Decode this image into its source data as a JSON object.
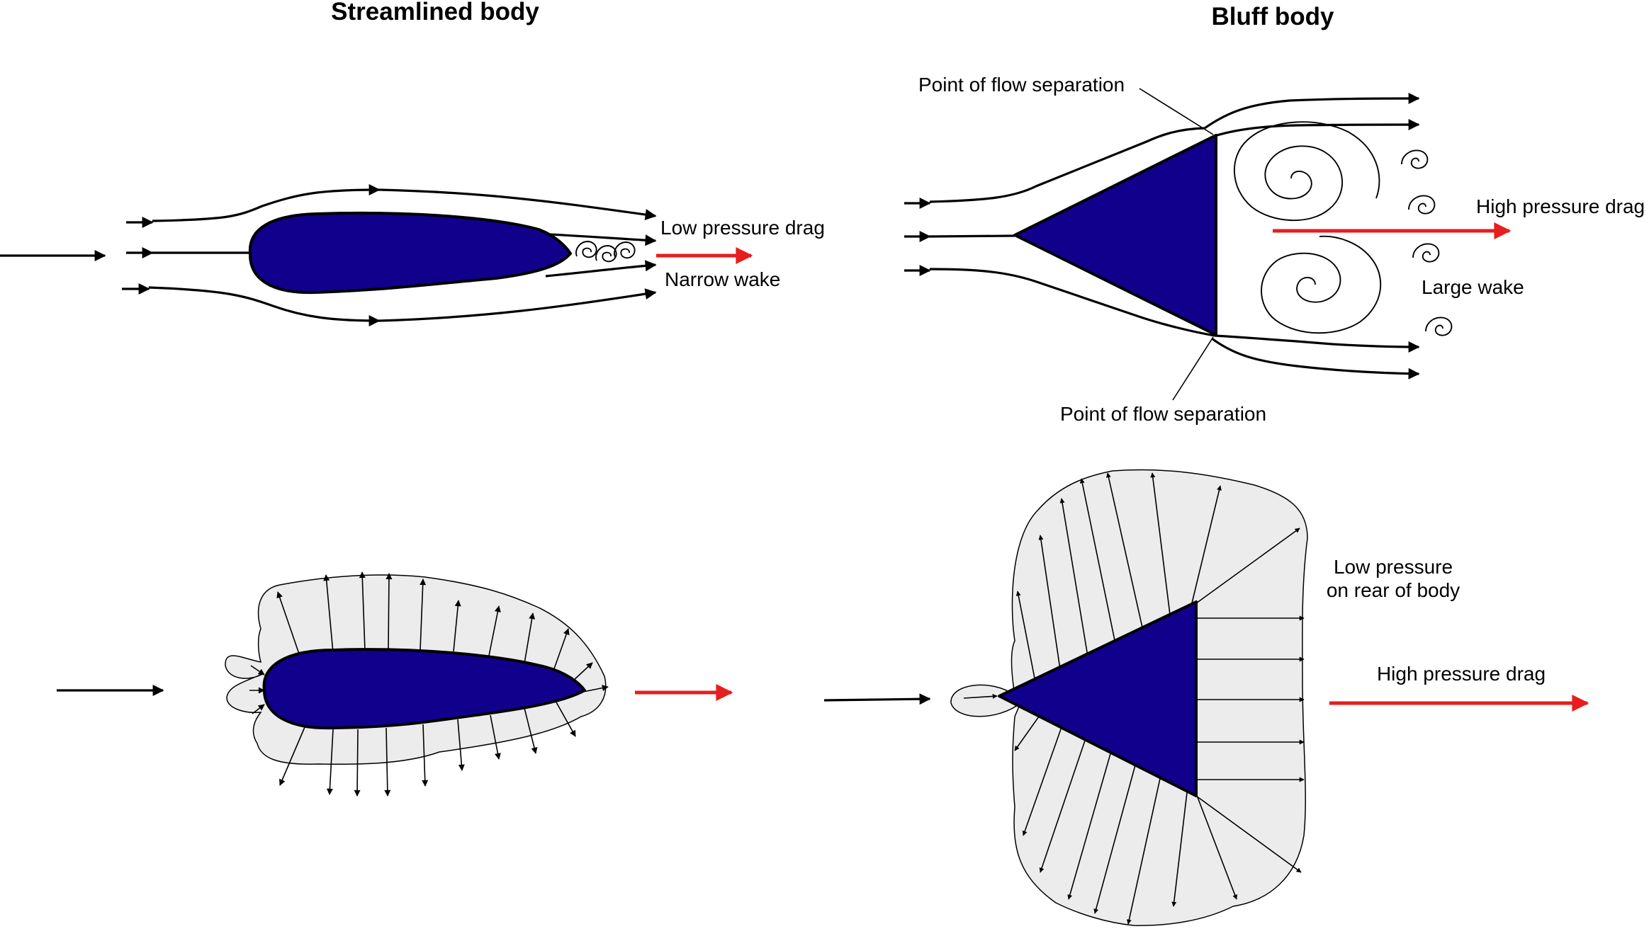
{
  "panels": {
    "streamlined": {
      "title": "Streamlined body",
      "drag_label": "Low pressure drag",
      "wake_label": "Narrow wake"
    },
    "bluff": {
      "title": "Bluff body",
      "separation_top_label": "Point of flow separation",
      "separation_bottom_label": "Point of flow separation",
      "drag_label": "High pressure drag",
      "wake_label": "Large wake",
      "rear_pressure_line1": "Low pressure",
      "rear_pressure_line2": "on rear of body",
      "pressure_drag_label": "High pressure drag"
    }
  },
  "colors": {
    "body": "#10008c",
    "drag_arrow": "#e61e1e",
    "pressure_envelope": "#ececec",
    "lines": "#000000"
  },
  "icons": [
    "flow-arrow-icon",
    "drag-arrow-icon",
    "vortex-icon",
    "pressure-vector-icon"
  ]
}
